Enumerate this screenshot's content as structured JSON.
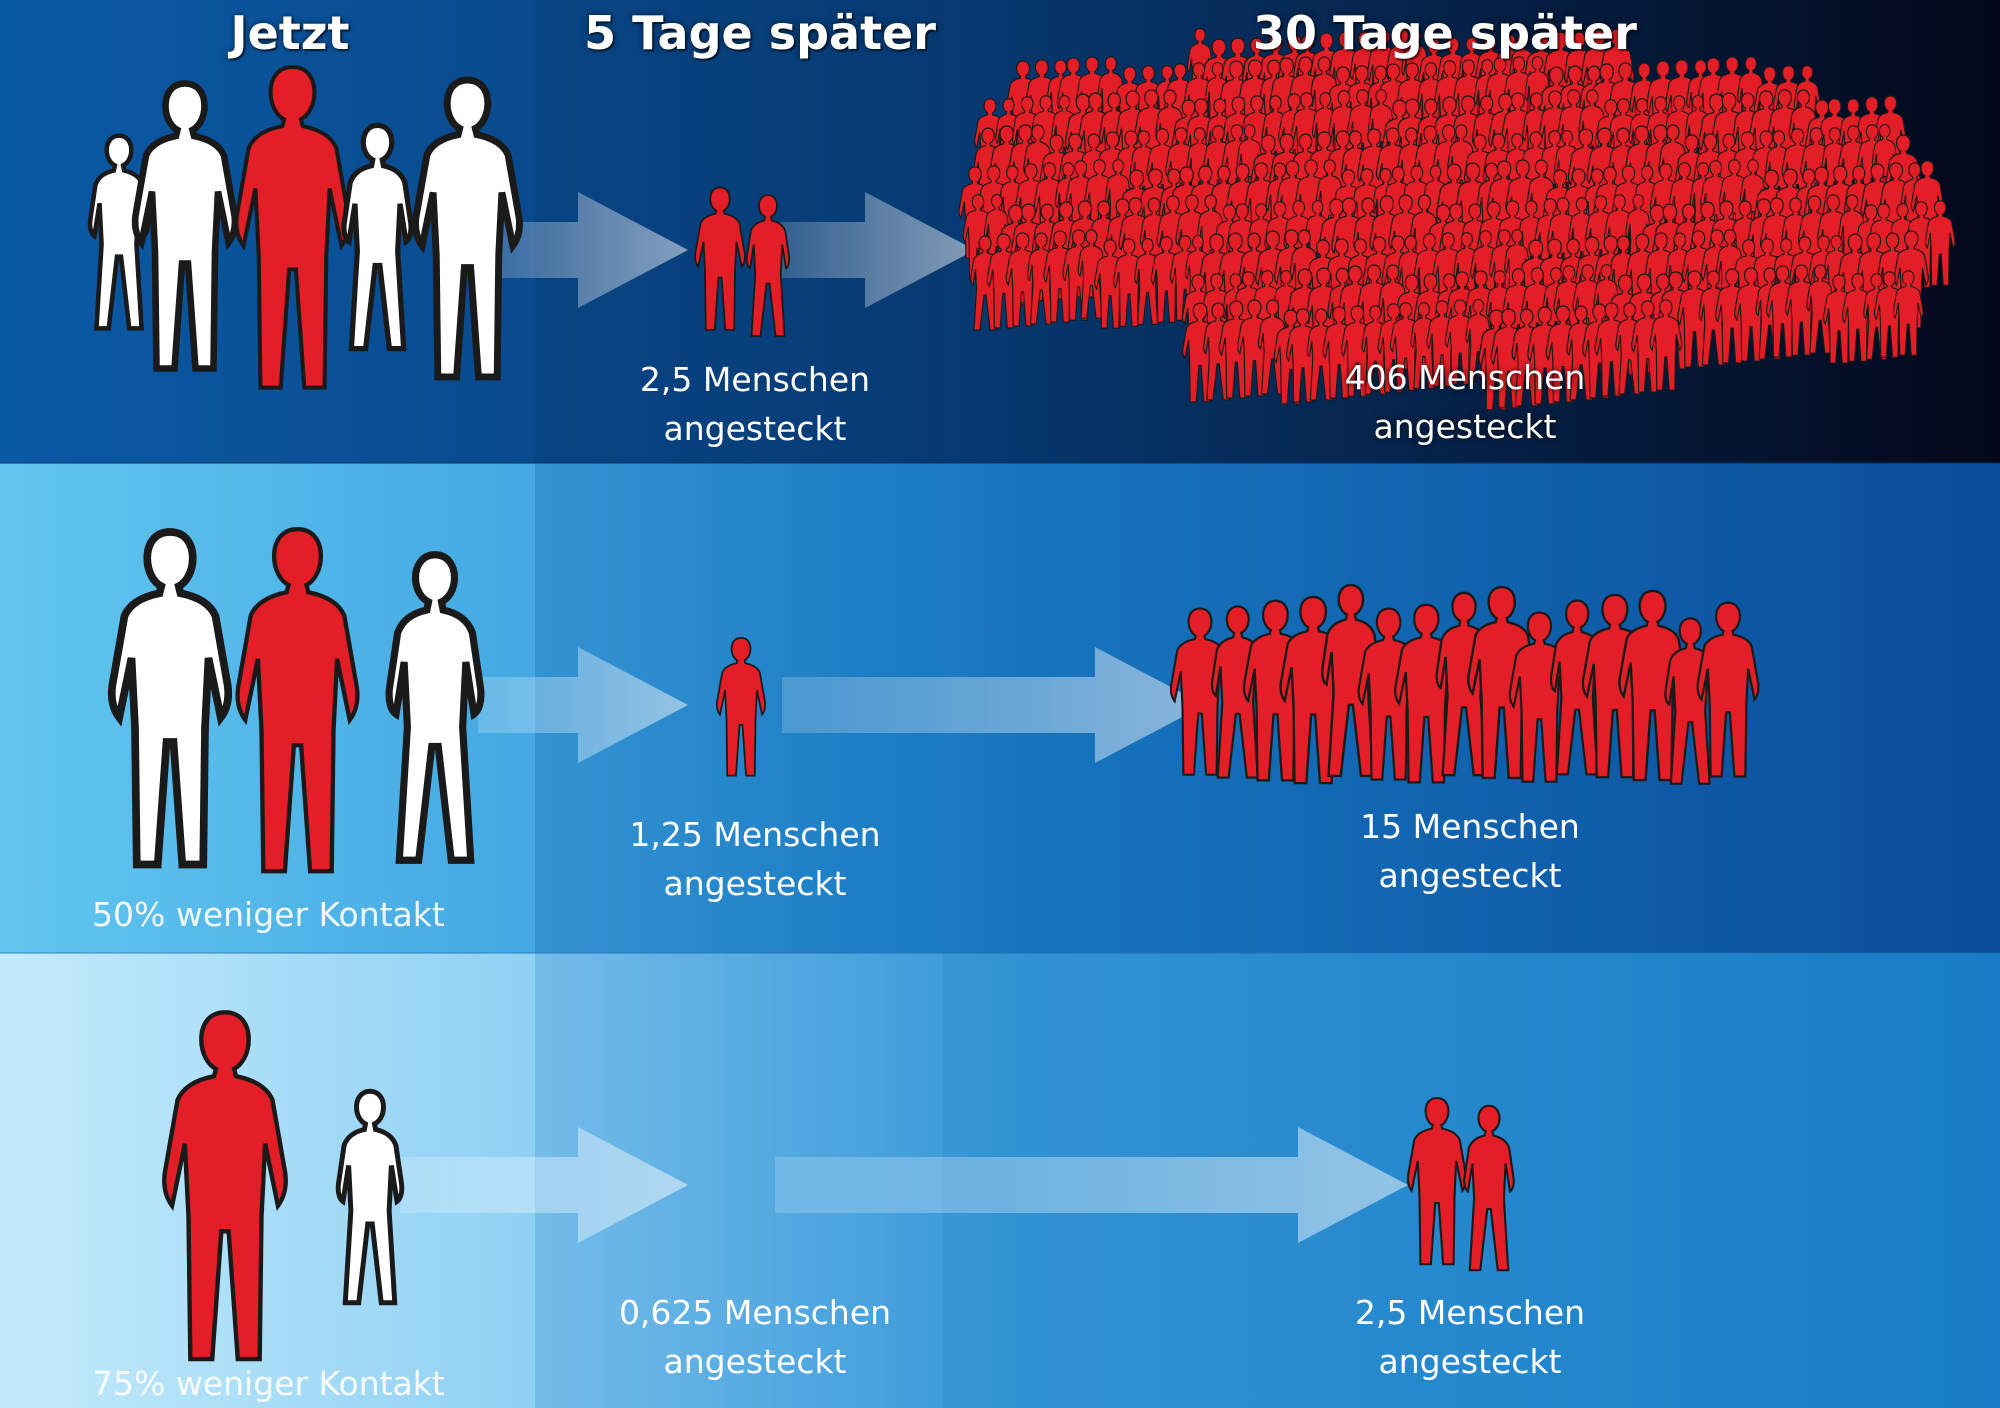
{
  "headers": {
    "now": "Jetzt",
    "day5": "5 Tage später",
    "day30": "30 Tage später"
  },
  "rows": [
    {
      "contact_label": "",
      "initial_people": {
        "white": 4,
        "red": 1
      },
      "day5": {
        "count": "2,5",
        "text": "2,5 Menschen",
        "suffix": "angesteckt",
        "silhouettes": 2.5
      },
      "day30": {
        "count": "406",
        "text": "406 Menschen",
        "suffix": "angesteckt",
        "silhouettes": 406
      }
    },
    {
      "contact_label": "50% weniger Kontakt",
      "initial_people": {
        "white": 2,
        "red": 1
      },
      "day5": {
        "count": "1,25",
        "text": "1,25 Menschen",
        "suffix": "angesteckt",
        "silhouettes": 1.25
      },
      "day30": {
        "count": "15",
        "text": "15 Menschen",
        "suffix": "angesteckt",
        "silhouettes": 15
      }
    },
    {
      "contact_label": "75% weniger Kontakt",
      "initial_people": {
        "white": 1,
        "red": 1
      },
      "day5": {
        "count": "0,625",
        "text": "0,625 Menschen",
        "suffix": "angesteckt",
        "silhouettes": 0.625
      },
      "day30": {
        "count": "2,5",
        "text": "2,5 Menschen",
        "suffix": "angesteckt",
        "silhouettes": 2.5
      }
    }
  ],
  "colors": {
    "infected": "#e41e26",
    "healthy": "#ffffff",
    "outline": "#1a1a1a",
    "text": "#ffffff",
    "row1_bg_left": "#0b5aa6",
    "row1_bg_right": "#050a1e",
    "row2_bg_left": "#5cc0ee",
    "row2_bg_right": "#0a56a6",
    "row3_bg_left": "#b9e6fa",
    "row3_bg_right": "#1b86cc",
    "arrow": "#ffffff"
  }
}
